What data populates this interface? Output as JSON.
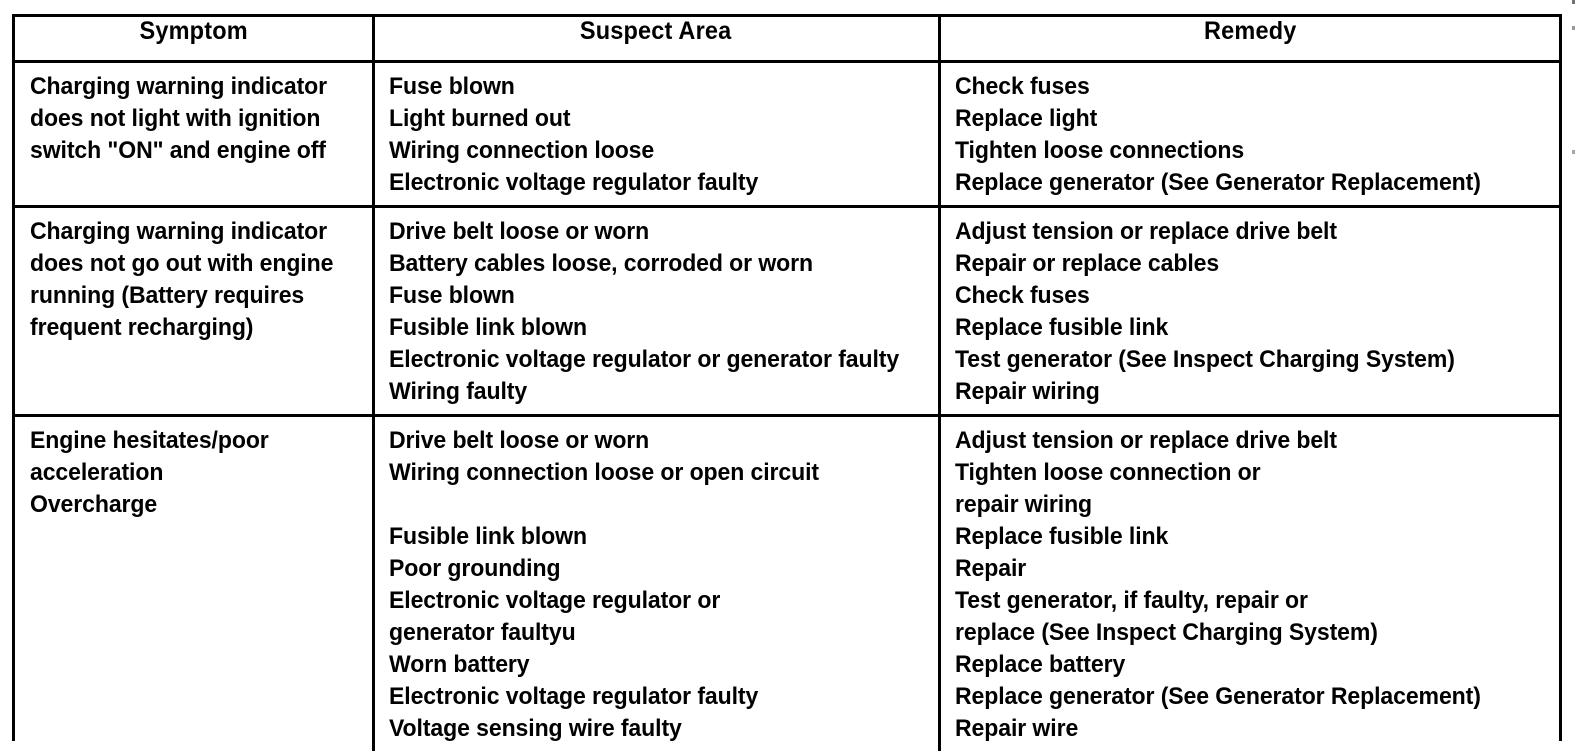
{
  "table": {
    "columns": [
      {
        "key": "symptom",
        "header": "Symptom"
      },
      {
        "key": "suspect",
        "header": "Suspect Area"
      },
      {
        "key": "remedy",
        "header": "Remedy"
      }
    ],
    "rows": [
      {
        "symptom": [
          "Charging warning indicator",
          "does not light with ignition",
          "switch \"ON\" and engine off"
        ],
        "suspect": [
          "Fuse blown",
          "Light burned out",
          "Wiring connection loose",
          "Electronic voltage regulator faulty"
        ],
        "remedy": [
          "Check fuses",
          "Replace light",
          "Tighten loose connections",
          "Replace generator (See Generator Replacement)"
        ]
      },
      {
        "symptom": [
          "Charging warning indicator",
          "does not go out with engine",
          "running (Battery requires",
          "frequent recharging)"
        ],
        "suspect": [
          "Drive belt loose or worn",
          "Battery cables loose, corroded or worn",
          "Fuse blown",
          "Fusible link blown",
          "Electronic voltage regulator or generator faulty",
          "Wiring faulty"
        ],
        "remedy": [
          "Adjust tension or replace drive belt",
          "Repair or replace cables",
          "Check fuses",
          "Replace fusible link",
          "Test generator (See Inspect Charging System)",
          "Repair wiring"
        ]
      },
      {
        "symptom": [
          "Engine hesitates/poor",
          "acceleration",
          "Overcharge"
        ],
        "suspect": [
          "Drive belt loose or worn",
          "Wiring connection loose or open circuit",
          "",
          "Fusible link blown",
          "Poor grounding",
          "Electronic voltage regulator or",
          "generator faultyu",
          "Worn battery",
          "Electronic voltage regulator faulty",
          "Voltage sensing wire faulty"
        ],
        "remedy": [
          "Adjust tension or replace drive belt",
          "Tighten loose connection or",
          "repair wiring",
          "Replace fusible link",
          "Repair",
          "Test generator, if faulty, repair or",
          "replace (See Inspect Charging System)",
          "Replace battery",
          "Replace generator (See Generator Replacement)",
          "Repair wire"
        ]
      }
    ]
  },
  "style": {
    "text_color": "#000000",
    "background_color": "#ffffff",
    "border_color": "#000000"
  }
}
